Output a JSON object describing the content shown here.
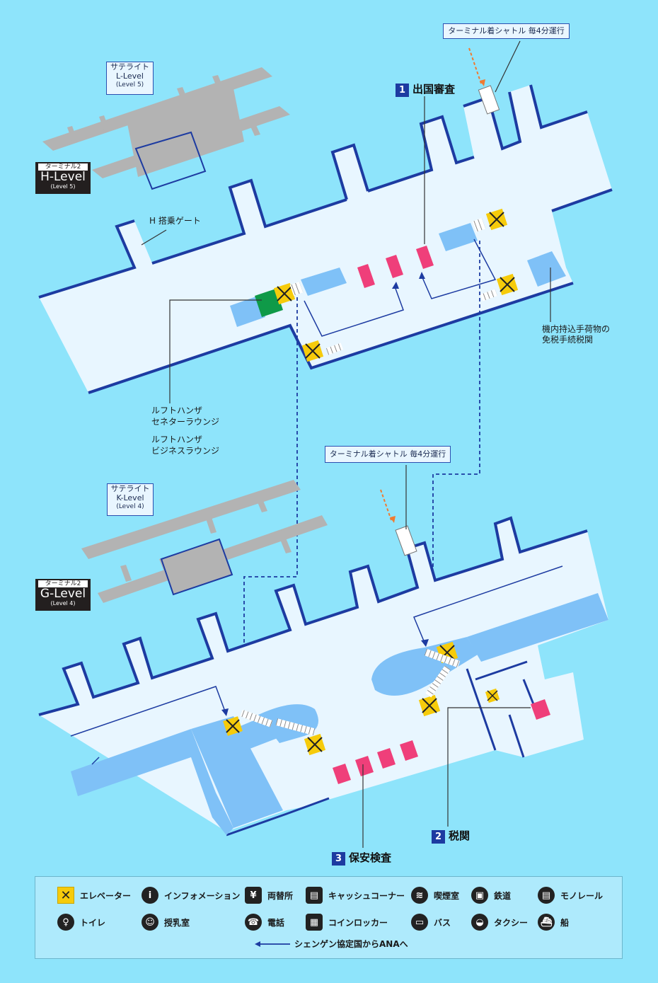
{
  "upper": {
    "shuttle_box": "ターミナル着シャトル 毎4分運行",
    "satellite": {
      "line1": "サテライト",
      "line2": "L-Level",
      "line3": "(Level 5)"
    },
    "level_badge": {
      "top": "ターミナル2",
      "main": "H-Level",
      "sub": "(Level 5)"
    },
    "gate_label": "H 搭乗ゲート",
    "passport": {
      "num": "1",
      "label": "出国審査"
    },
    "dutyfree_customs": "機内持込手荷物の\n免税手続税関",
    "lounge1": "ルフトハンザ\nセネターラウンジ",
    "lounge2": "ルフトハンザ\nビジネスラウンジ"
  },
  "lower": {
    "shuttle_box": "ターミナル着シャトル 毎4分運行",
    "satellite": {
      "line1": "サテライト",
      "line2": "K-Level",
      "line3": "(Level 4)"
    },
    "level_badge": {
      "top": "ターミナル2",
      "main": "G-Level",
      "sub": "(Level 4)"
    },
    "customs": {
      "num": "2",
      "label": "税関"
    },
    "security": {
      "num": "3",
      "label": "保安検査"
    }
  },
  "legend": {
    "items": [
      {
        "icon": "elevator-icon",
        "label": "エレベーター"
      },
      {
        "icon": "information-icon",
        "label": "インフォメーション"
      },
      {
        "icon": "currency-exchange-icon",
        "label": "両替所"
      },
      {
        "icon": "atm-icon",
        "label": "キャッシュコーナー"
      },
      {
        "icon": "smoking-room-icon",
        "label": "喫煙室"
      },
      {
        "icon": "train-icon",
        "label": "鉄道"
      },
      {
        "icon": "monorail-icon",
        "label": "モノレール"
      },
      {
        "icon": "toilet-icon",
        "label": "トイレ"
      },
      {
        "icon": "nursing-room-icon",
        "label": "授乳室"
      },
      {
        "icon": "telephone-icon",
        "label": "電話"
      },
      {
        "icon": "coin-locker-icon",
        "label": "コインロッカー"
      },
      {
        "icon": "bus-icon",
        "label": "バス"
      },
      {
        "icon": "taxi-icon",
        "label": "タクシー"
      },
      {
        "icon": "ship-icon",
        "label": "船"
      }
    ],
    "route_note": "シェンゲン協定国からANAへ"
  },
  "colors": {
    "background": "#8ee4fb",
    "floor": "#e8f6ff",
    "wall": "#1d3ba1",
    "room_blue": "#7fc1f7",
    "elevator_yellow": "#f6cb0b",
    "security_pink": "#ef3f7a",
    "lounge_green": "#0f9a48",
    "satellite_gray": "#b3b3b3"
  }
}
